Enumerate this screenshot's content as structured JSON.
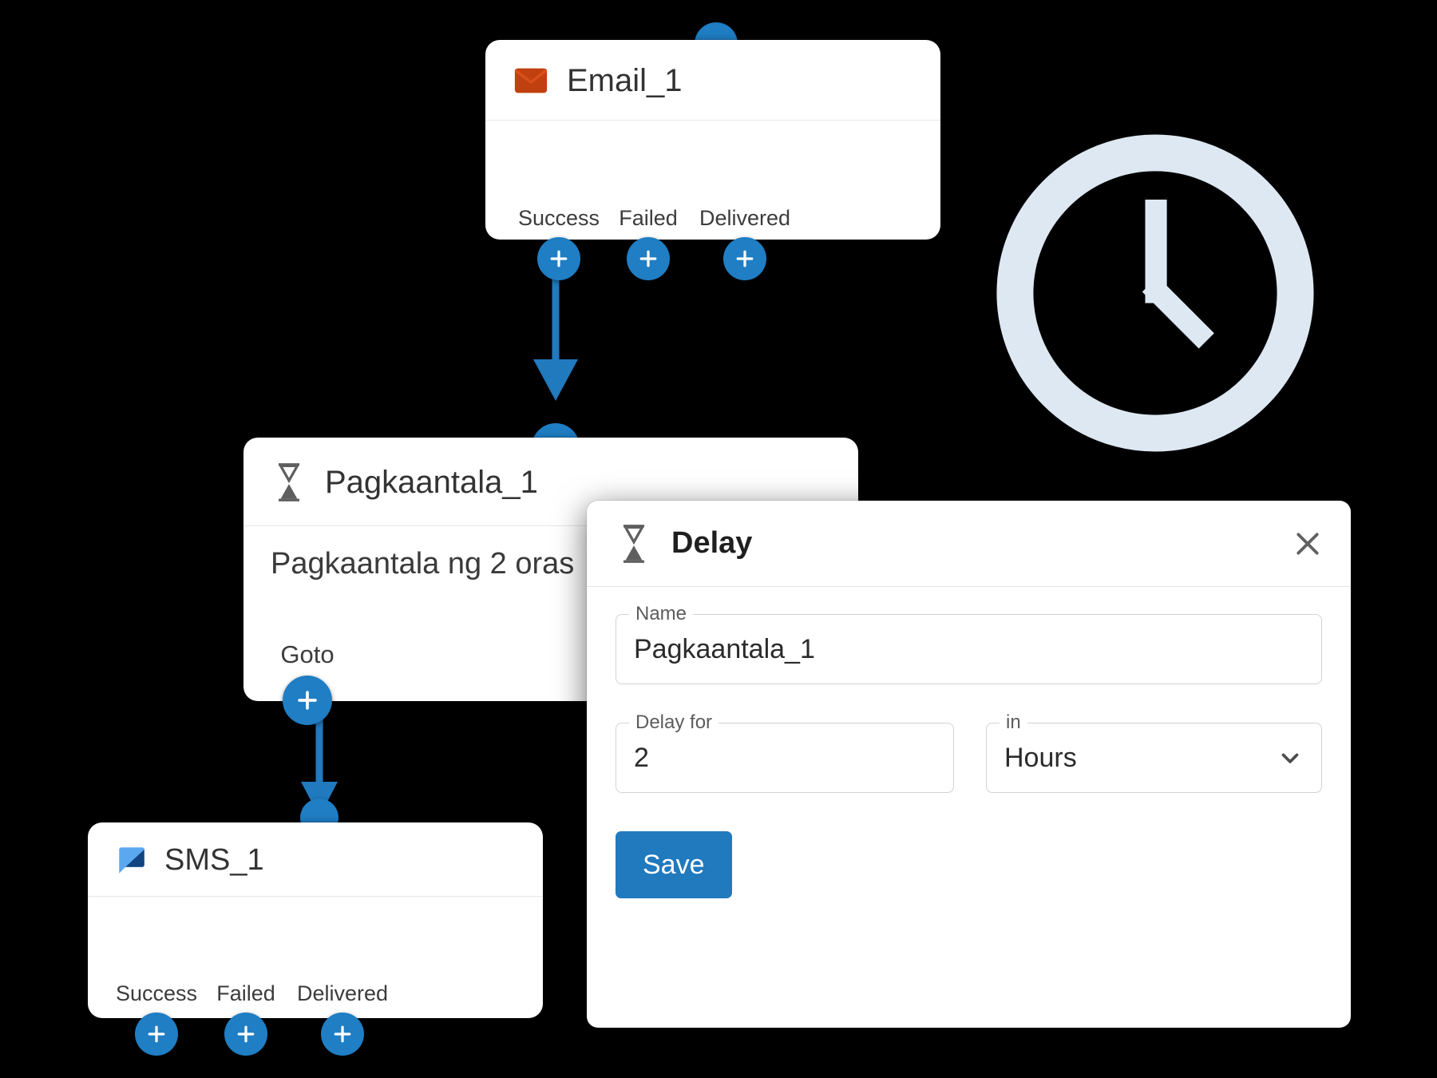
{
  "theme": {
    "background": "#000000",
    "accent_blue": "#1f7ec4",
    "save_button_blue": "#2179be",
    "card_white": "#ffffff",
    "watermark_blue": "#dde8f2",
    "email_icon_color": "#c0410f",
    "hourglass_icon_color": "#5f5f5f",
    "sms_icon_light": "#5aa8f0",
    "sms_icon_dark": "#12457f"
  },
  "nodes": {
    "email": {
      "icon": "envelope-icon",
      "title": "Email_1",
      "ports": [
        {
          "label": "Success",
          "icon": "plus-icon"
        },
        {
          "label": "Failed",
          "icon": "plus-icon"
        },
        {
          "label": "Delivered",
          "icon": "plus-icon"
        }
      ]
    },
    "delay": {
      "icon": "hourglass-icon",
      "title": "Pagkaantala_1",
      "description": "Pagkaantala ng 2 oras",
      "ports": [
        {
          "label": "Goto",
          "icon": "plus-icon"
        }
      ]
    },
    "sms": {
      "icon": "sms-bubble-icon",
      "title": "SMS_1",
      "ports": [
        {
          "label": "Success",
          "icon": "plus-icon"
        },
        {
          "label": "Failed",
          "icon": "plus-icon"
        },
        {
          "label": "Delivered",
          "icon": "plus-icon"
        }
      ]
    }
  },
  "dialog": {
    "icon": "hourglass-icon",
    "title": "Delay",
    "close_icon": "close-icon",
    "fields": {
      "name": {
        "label": "Name",
        "value": "Pagkaantala_1"
      },
      "delay_for": {
        "label": "Delay for",
        "value": "2"
      },
      "unit": {
        "label": "in",
        "value": "Hours",
        "icon": "chevron-down-icon"
      }
    },
    "save_label": "Save"
  },
  "watermark": {
    "icon": "clock-icon"
  }
}
